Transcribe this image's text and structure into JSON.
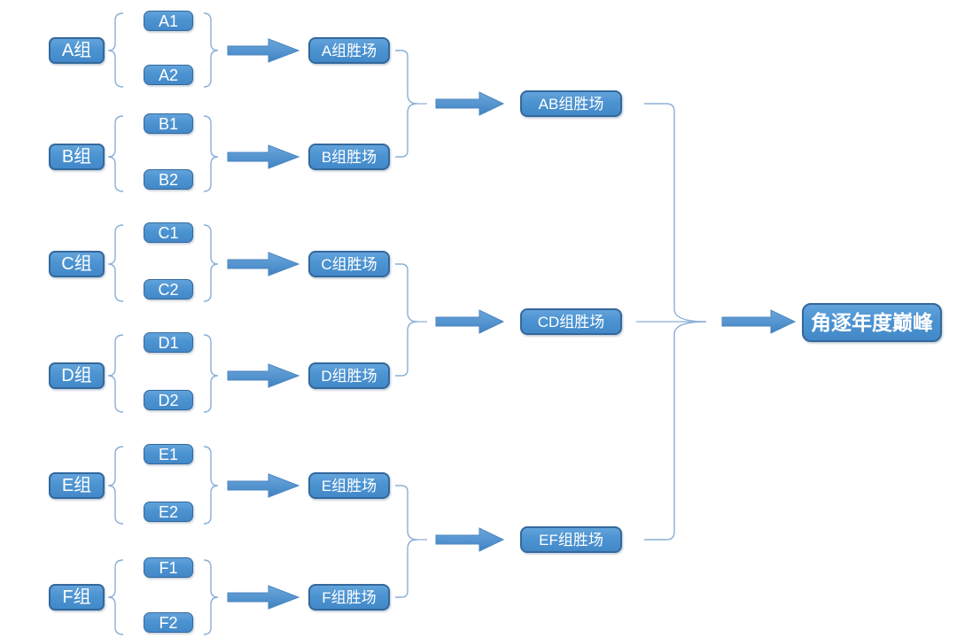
{
  "colors": {
    "background": "#ffffff",
    "box_fill": "#4c93d1",
    "box_border": "#33689c",
    "box_text": "#ffffff",
    "connector_line": "#8aafd6",
    "arrow_fill": "#4e94d4"
  },
  "bracket": {
    "groups": [
      {
        "group": "A组",
        "m1": "A1",
        "m2": "A2",
        "winner": "A组胜场"
      },
      {
        "group": "B组",
        "m1": "B1",
        "m2": "B2",
        "winner": "B组胜场"
      },
      {
        "group": "C组",
        "m1": "C1",
        "m2": "C2",
        "winner": "C组胜场"
      },
      {
        "group": "D组",
        "m1": "D1",
        "m2": "D2",
        "winner": "D组胜场"
      },
      {
        "group": "E组",
        "m1": "E1",
        "m2": "E2",
        "winner": "E组胜场"
      },
      {
        "group": "F组",
        "m1": "F1",
        "m2": "F2",
        "winner": "F组胜场"
      }
    ],
    "semifinals": [
      {
        "label": "AB组胜场"
      },
      {
        "label": "CD组胜场"
      },
      {
        "label": "EF组胜场"
      }
    ],
    "final": {
      "label": "角逐年度巅峰"
    }
  }
}
